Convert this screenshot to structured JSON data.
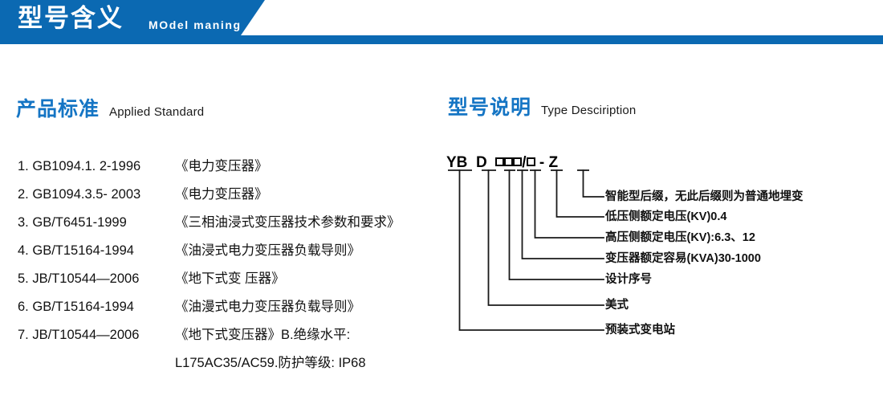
{
  "header": {
    "title_cn": "型号含义",
    "title_en": "MOdel maning",
    "band_color": "#0B69B2"
  },
  "standards_section": {
    "heading_cn": "产品标准",
    "heading_en": "Applied Standard",
    "heading_color": "#1575C4",
    "items": [
      {
        "index": "1.",
        "code": "GB1094.1. 2-1996",
        "name": "《电力变压器》"
      },
      {
        "index": "2.",
        "code": "GB1094.3.5- 2003",
        "name": "《电力变压器》"
      },
      {
        "index": "3.",
        "code": "GB/T6451-1999",
        "name": "《三相油浸式变压器技术参数和要求》"
      },
      {
        "index": "4.",
        "code": "GB/T15164-1994",
        "name": "《油浸式电力变压器负载导则》"
      },
      {
        "index": "5.",
        "code": "JB/T10544—2006",
        "name": "《地下式变 压器》"
      },
      {
        "index": "6.",
        "code": "GB/T15164-1994",
        "name": "《油漫式电力变压器负载导则》"
      },
      {
        "index": "7.",
        "code": "JB/T10544—2006",
        "name": "《地下式变压器》B.绝缘水平:"
      }
    ],
    "continuation": "L175AC35/AC59.防护等级: IP68"
  },
  "type_section": {
    "heading_cn": "型号说明",
    "heading_en": "Type Desciription",
    "heading_color": "#1575C4",
    "model_code": {
      "parts": [
        "YB",
        "D",
        "box",
        "box",
        "box",
        "/",
        "box",
        "-",
        "Z"
      ],
      "display": "YB D □□□/□ - Z"
    },
    "callouts": [
      {
        "id": "smart-suffix",
        "label": "智能型后缀，无此后缀则为普通地埋变"
      },
      {
        "id": "lv-voltage",
        "label": "低压侧额定电压(KV)0.4"
      },
      {
        "id": "hv-voltage",
        "label": "高压侧额定电压(KV):6.3、12"
      },
      {
        "id": "rated-capacity",
        "label": "变压器额定容易(KVA)30-1000"
      },
      {
        "id": "design-serial",
        "label": "设计序号"
      },
      {
        "id": "american-type",
        "label": "美式"
      },
      {
        "id": "prefab-substation",
        "label": "预装式变电站"
      }
    ]
  }
}
